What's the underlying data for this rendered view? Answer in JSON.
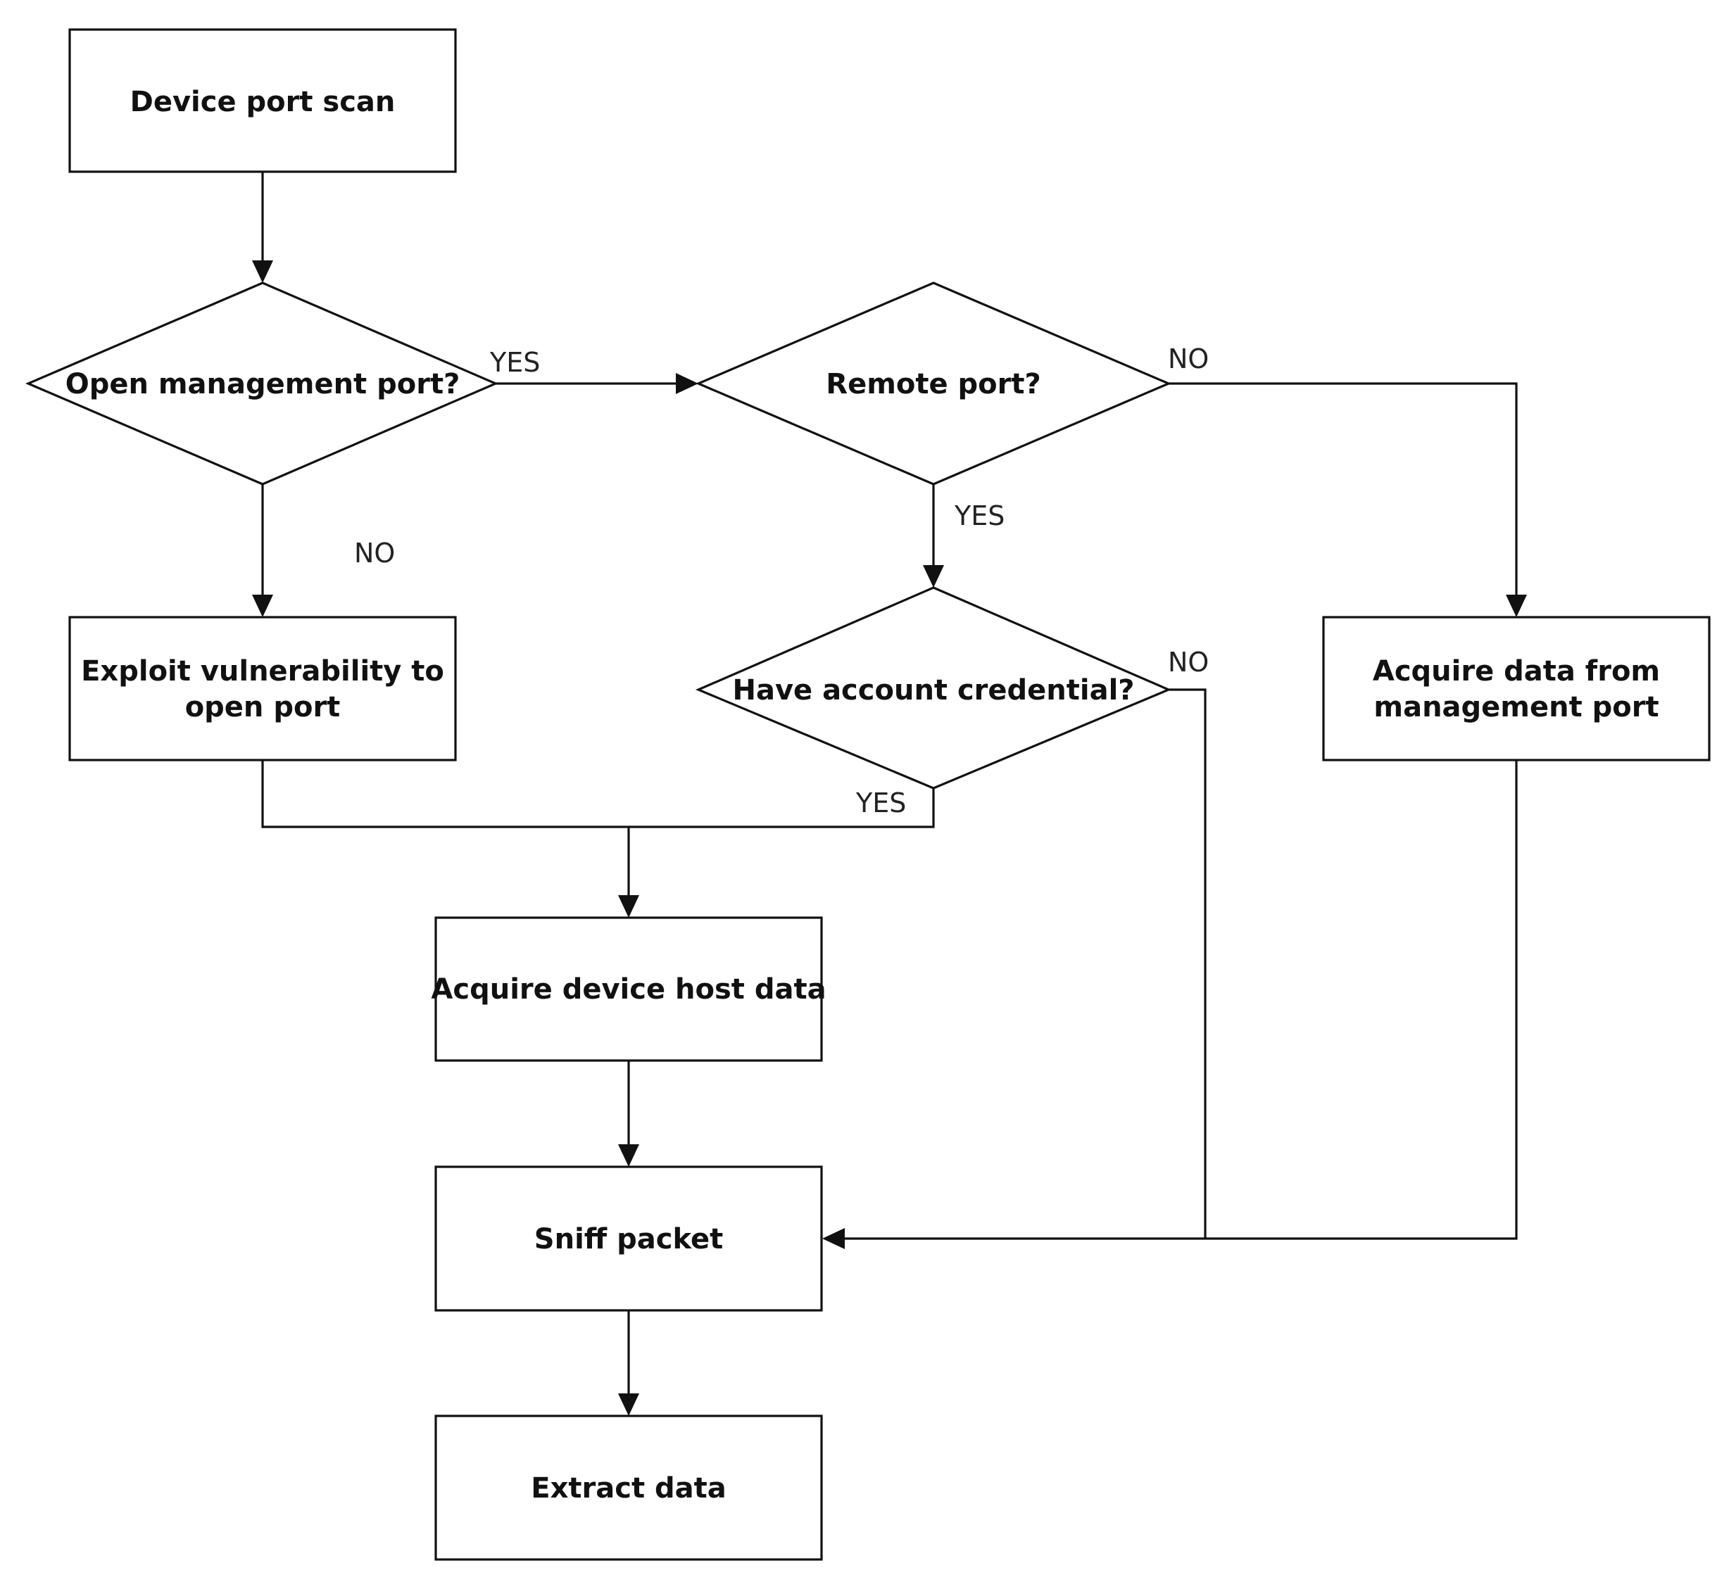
{
  "nodes": {
    "device_port_scan": {
      "lines": [
        "Device port scan"
      ]
    },
    "open_management_port": {
      "lines": [
        "Open management port?"
      ]
    },
    "remote_port": {
      "lines": [
        "Remote port?"
      ]
    },
    "exploit_vulnerability": {
      "lines": [
        "Exploit vulnerability to",
        "open port"
      ]
    },
    "have_account_credential": {
      "lines": [
        "Have account credential?"
      ]
    },
    "acquire_mgmt_data": {
      "lines": [
        "Acquire data from",
        "management port"
      ]
    },
    "acquire_host_data": {
      "lines": [
        "Acquire device host data"
      ]
    },
    "sniff_packet": {
      "lines": [
        "Sniff packet"
      ]
    },
    "extract_data": {
      "lines": [
        "Extract data"
      ]
    }
  },
  "edge_labels": {
    "open_mgmt_yes": "YES",
    "open_mgmt_no": "NO",
    "remote_no": "NO",
    "remote_yes": "YES",
    "credential_no": "NO",
    "credential_yes": "YES"
  },
  "colors": {
    "stroke": "#111111",
    "fill": "#ffffff",
    "text": "#111111"
  }
}
